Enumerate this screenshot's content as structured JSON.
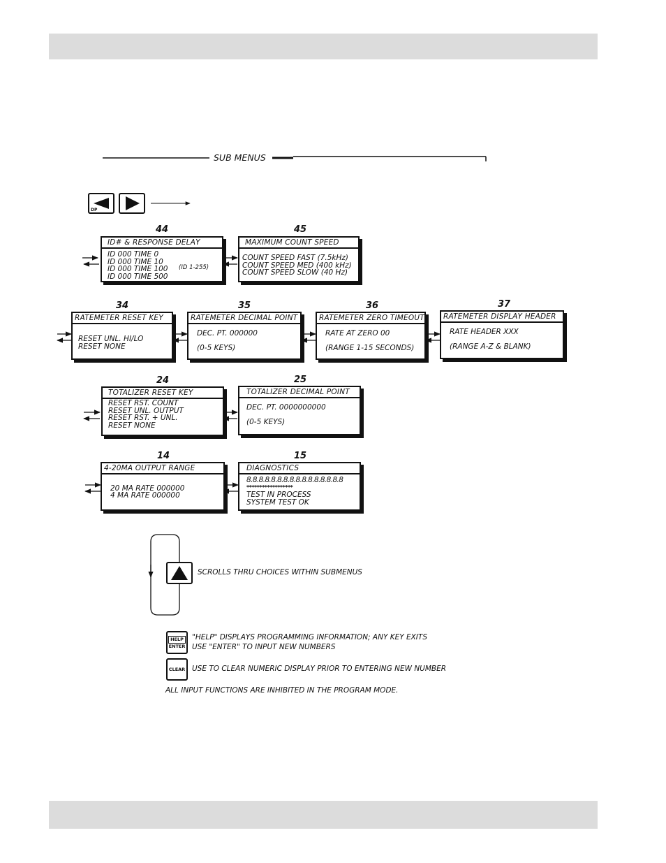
{
  "sub_menus_label": "SUB MENUS",
  "keys": {
    "dp": "DP",
    "help": "HELP",
    "enter": "ENTER",
    "clear": "CLEAR"
  },
  "menus": [
    {
      "num": "44",
      "header": "ID# & RESPONSE DELAY",
      "lines": [
        "ID 000 TIME   0",
        "ID 000 TIME  10",
        "ID 000 TIME 100",
        "ID 000 TIME 500"
      ],
      "note": "(ID 1-255)"
    },
    {
      "num": "45",
      "header": "MAXIMUM COUNT SPEED",
      "lines": [
        "COUNT SPEED FAST (7.5kHz)",
        "COUNT SPEED MED (400 kHz)",
        "COUNT SPEED SLOW (40 Hz)"
      ]
    },
    {
      "num": "34",
      "header": "RATEMETER RESET KEY",
      "lines": [
        "RESET UNL. HI/LO",
        "RESET NONE"
      ]
    },
    {
      "num": "35",
      "header": "RATEMETER DECIMAL POINT",
      "lines": [
        "DEC. PT. 000000",
        "",
        "(0-5 KEYS)"
      ]
    },
    {
      "num": "36",
      "header": "RATEMETER ZERO TIMEOUT",
      "lines": [
        "RATE AT ZERO 00",
        "",
        "(RANGE 1-15 SECONDS)"
      ]
    },
    {
      "num": "37",
      "header": "RATEMETER DISPLAY HEADER",
      "lines": [
        "RATE HEADER XXX",
        "",
        "(RANGE A-Z & BLANK)"
      ]
    },
    {
      "num": "24",
      "header": "TOTALIZER RESET KEY",
      "lines": [
        "RESET RST. COUNT",
        "RESET UNL. OUTPUT",
        "RESET RST. + UNL.",
        "RESET NONE"
      ]
    },
    {
      "num": "25",
      "header": "TOTALIZER DECIMAL POINT",
      "lines": [
        "DEC. PT. 0000000000",
        "",
        "(0-5 KEYS)"
      ]
    },
    {
      "num": "14",
      "header": "4-20MA OUTPUT RANGE",
      "lines": [
        "",
        "20 MA RATE 000000",
        "4 MA RATE 000000"
      ]
    },
    {
      "num": "15",
      "header": "DIAGNOSTICS",
      "lines": [
        "8.8.8.8.8.8.8.8.8.8.8.8.8.8.8.8",
        "******************",
        "TEST IN PROCESS",
        "SYSTEM TEST OK"
      ]
    }
  ],
  "scroll_text": "SCROLLS THRU CHOICES WITHIN SUBMENUS",
  "help_text": "\"HELP\" DISPLAYS PROGRAMMING INFORMATION; ANY KEY EXITS",
  "enter_text": "USE \"ENTER\" TO INPUT NEW NUMBERS",
  "clear_text": "USE TO CLEAR NUMERIC DISPLAY PRIOR TO ENTERING NEW NUMBER",
  "footer_text": "ALL INPUT FUNCTIONS ARE INHIBITED IN THE PROGRAM MODE."
}
